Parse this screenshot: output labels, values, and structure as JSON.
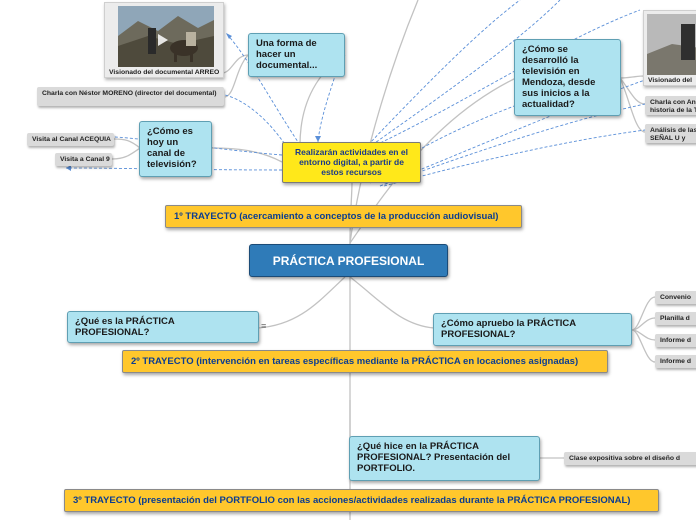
{
  "central": "PRÁCTICA PROFESIONAL",
  "trayectos": {
    "t1": "1º TRAYECTO (acercamiento a conceptos de la producción audiovisual)",
    "t2": "2º TRAYECTO (intervención en tareas específicas mediante la PRÁCTICA en locaciones asignadas)",
    "t3": "3º TRAYECTO (presentación del PORTFOLIO con las acciones/actividades realizadas durante la PRÁCTICA PROFESIONAL)"
  },
  "activities": "Realizarán actividades en el entorno digital, a partir de estos recursos",
  "questions": {
    "documental": "Una forma de hacer un documental...",
    "canal_hoy": "¿Cómo es hoy un canal de televisión?",
    "mendoza": "¿Cómo se desarrolló la televisión en Mendoza, desde sus inicios a la actualidad?",
    "que_es": "¿Qué es la PRÁCTICA PROFESIONAL?",
    "apruebo": "¿Cómo apruebo la PRÁCTICA PROFESIONAL?",
    "hice": "¿Qué hice en la PRÁCTICA PROFESIONAL? Presentación del PORTFOLIO."
  },
  "resources": {
    "arreo_caption": "Visionado del documental ARREO",
    "charla_moreno": "Charla con Néstor MORENO (director del documental)",
    "visita_acequia": "Visita al Canal ACEQUIA",
    "visita_canal9": "Visita a Canal 9",
    "visionado_right": "Visionado del",
    "charla_right": "Charla con Ana historia de la T",
    "analisis_right": "Análisis de las SEÑAL U y ACE",
    "clase": "Clase expositiva sobre el diseño d"
  },
  "apruebo_items": [
    "Convenio",
    "Planilla d",
    "Informe d",
    "Informe d"
  ],
  "notes_marker": "≡"
}
